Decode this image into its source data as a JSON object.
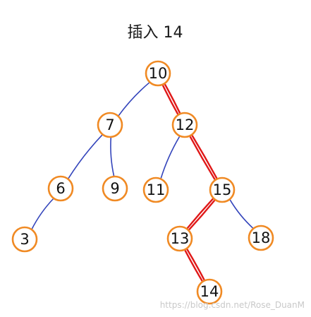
{
  "title": "插入 14",
  "watermark": "https://blog.csdn.net/Rose_DuanM",
  "colors": {
    "node_border": "#f08a24",
    "edge_normal": "#3344bb",
    "edge_path": "#e01818"
  },
  "tree": {
    "nodes": [
      {
        "id": "n10",
        "label": "10"
      },
      {
        "id": "n7",
        "label": "7"
      },
      {
        "id": "n12",
        "label": "12"
      },
      {
        "id": "n6",
        "label": "6"
      },
      {
        "id": "n9",
        "label": "9"
      },
      {
        "id": "n11",
        "label": "11"
      },
      {
        "id": "n15",
        "label": "15"
      },
      {
        "id": "n3",
        "label": "3"
      },
      {
        "id": "n13",
        "label": "13"
      },
      {
        "id": "n18",
        "label": "18"
      },
      {
        "id": "n14",
        "label": "14",
        "inserted": true
      }
    ],
    "edges": [
      {
        "from": "n10",
        "to": "n7",
        "highlighted": false
      },
      {
        "from": "n10",
        "to": "n12",
        "highlighted": true
      },
      {
        "from": "n7",
        "to": "n6",
        "highlighted": false
      },
      {
        "from": "n7",
        "to": "n9",
        "highlighted": false
      },
      {
        "from": "n12",
        "to": "n11",
        "highlighted": false
      },
      {
        "from": "n12",
        "to": "n15",
        "highlighted": true
      },
      {
        "from": "n6",
        "to": "n3",
        "highlighted": false
      },
      {
        "from": "n15",
        "to": "n13",
        "highlighted": true
      },
      {
        "from": "n15",
        "to": "n18",
        "highlighted": false
      },
      {
        "from": "n13",
        "to": "n14",
        "highlighted": true
      }
    ]
  }
}
